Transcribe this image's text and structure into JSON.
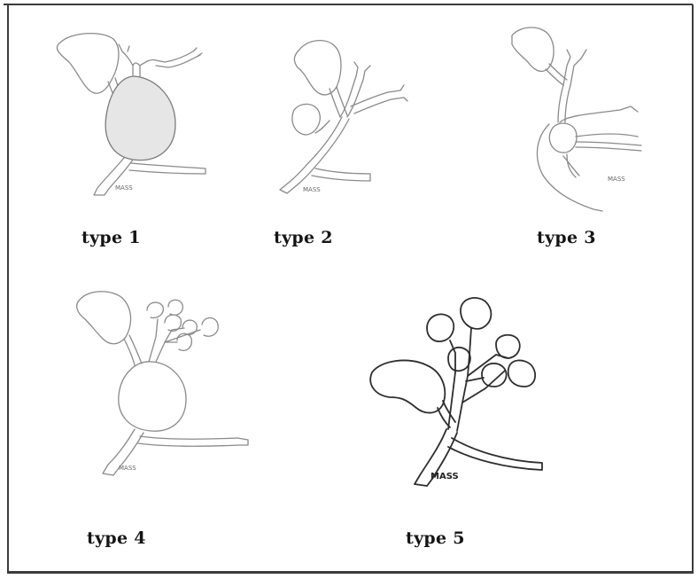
{
  "panels": [
    {
      "label": "type 1",
      "mass_label": "MASS"
    },
    {
      "label": "type 2",
      "mass_label": "MASS"
    },
    {
      "label": "type 3",
      "mass_label": "MASS"
    },
    {
      "label": "type 4",
      "mass_label": "MASS"
    },
    {
      "label": "type 5",
      "mass_label": "MASS"
    }
  ]
}
